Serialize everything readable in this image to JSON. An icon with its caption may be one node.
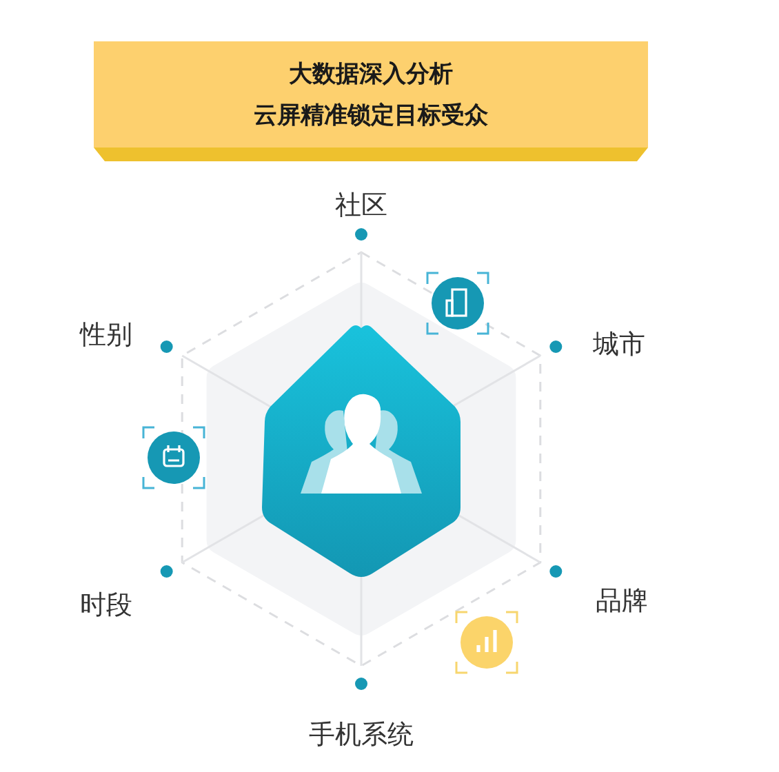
{
  "diagram": {
    "nodes": [
      {
        "text": [
          "大数据深入分析",
          "云屏精准锁定目标受众"
        ]
      }
    ],
    "labels": [
      "社区",
      "性别",
      "城市",
      "时段",
      "品牌",
      "手机系统"
    ]
  }
}
